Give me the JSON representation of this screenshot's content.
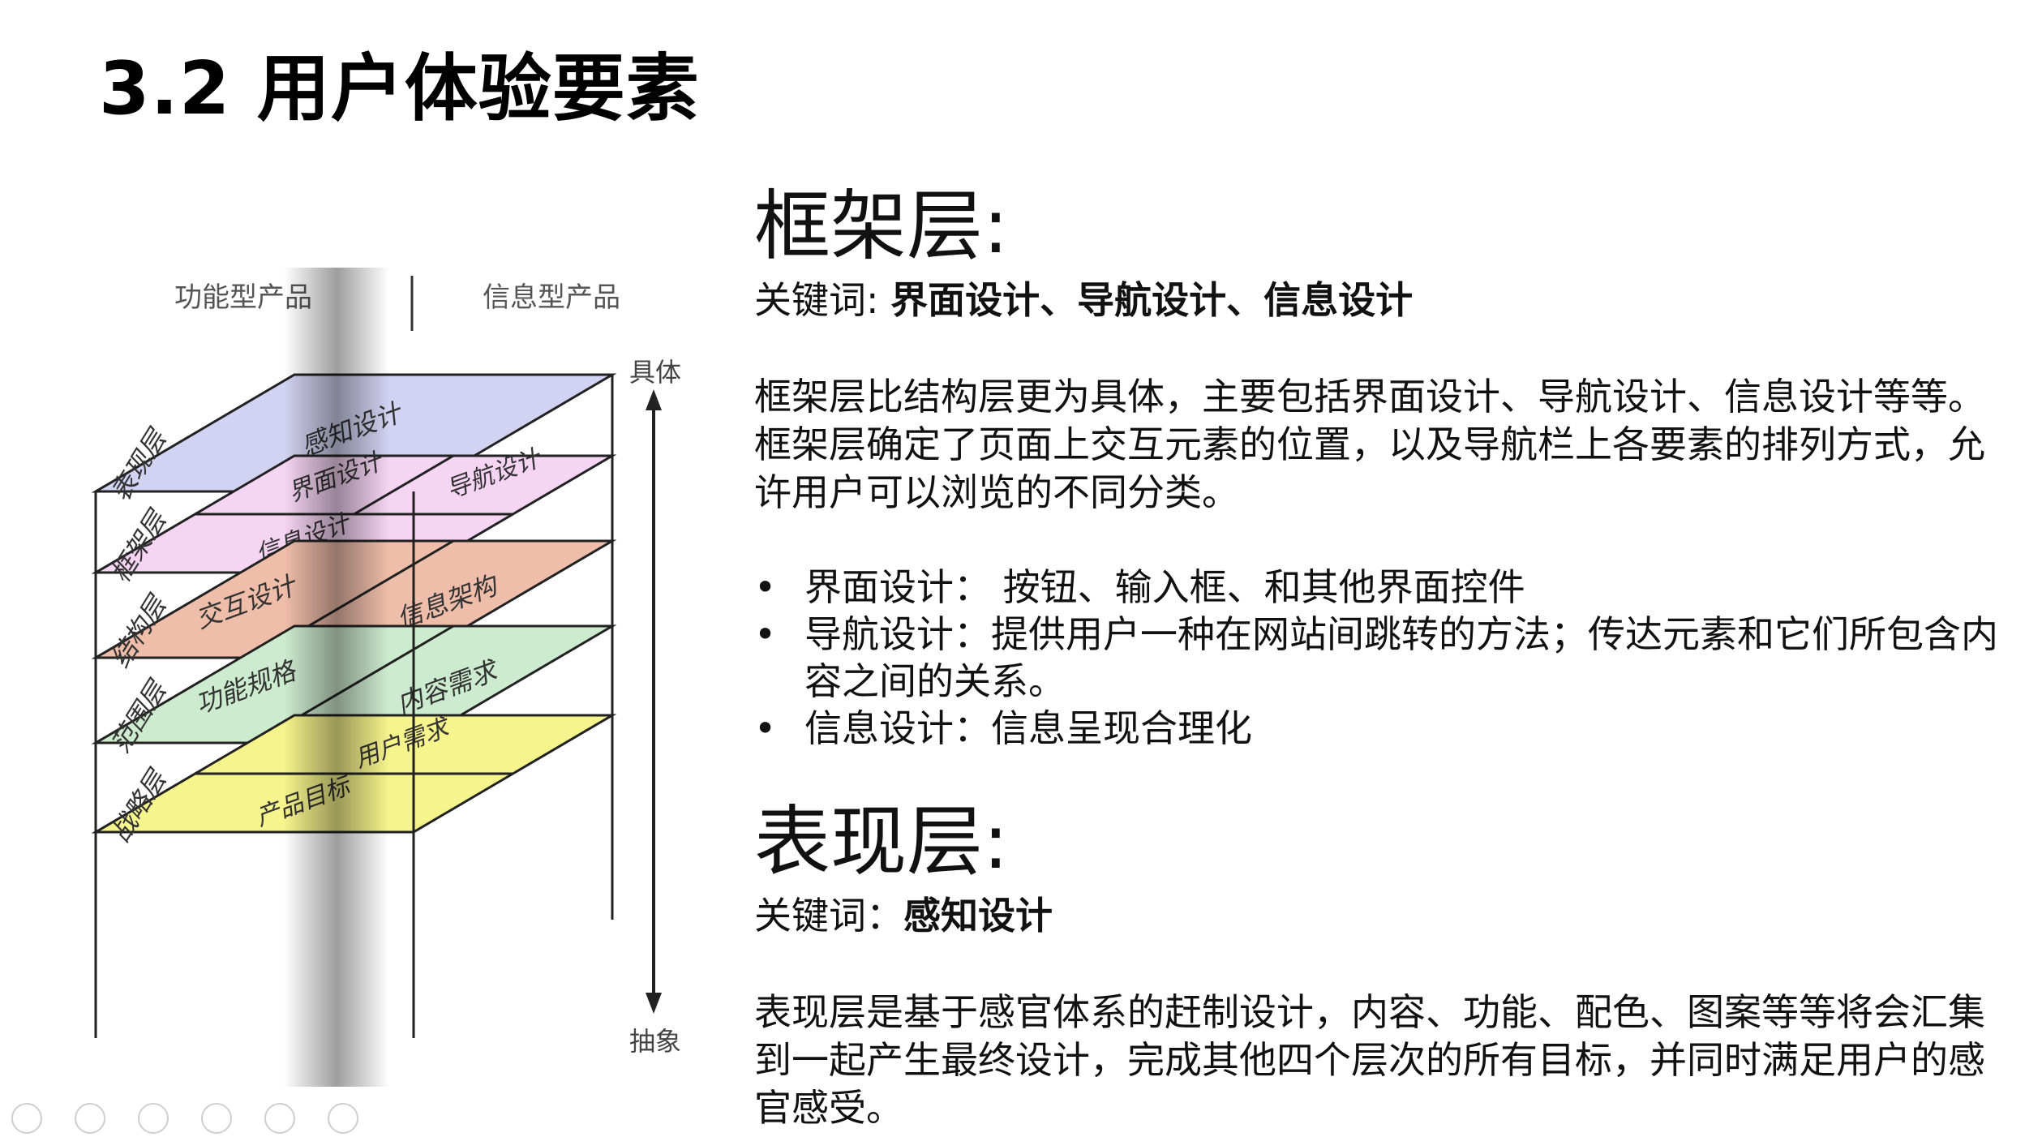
{
  "page": {
    "title": "3.2 用户体验要素"
  },
  "diagram": {
    "col_left": "功能型产品",
    "col_right": "信息型产品",
    "axis_top": "具体",
    "axis_bottom": "抽象",
    "layers": [
      {
        "name": "表现层",
        "color": "#d2d2f2",
        "cells": [
          "感知设计"
        ]
      },
      {
        "name": "框架层",
        "color": "#f6d4f4",
        "cells": [
          "界面设计",
          "导航设计",
          "信息设计"
        ]
      },
      {
        "name": "结构层",
        "color": "#efbeaa",
        "cells": [
          "交互设计",
          "信息架构"
        ]
      },
      {
        "name": "范围层",
        "color": "#cdeccf",
        "cells": [
          "功能规格",
          "内容需求"
        ]
      },
      {
        "name": "战略层",
        "color": "#f6f48c",
        "cells": [
          "用户需求",
          "产品目标"
        ]
      }
    ]
  },
  "framework": {
    "heading": "框架层:",
    "keyword_label": "关键词:",
    "keyword_value": "界面设计、导航设计、信息设计",
    "paragraph": "框架层比结构层更为具体，主要包括界面设计、导航设计、信息设计等等。框架层确定了页面上交互元素的位置，以及导航栏上各要素的排列方式，允许用户可以浏览的不同分类。",
    "bullets": [
      "界面设计：  按钮、输入框、和其他界面控件",
      "导航设计：提供用户一种在网站间跳转的方法；传达元素和它们所包含内容之间的关系。",
      "信息设计：信息呈现合理化"
    ]
  },
  "presentation": {
    "heading": "表现层:",
    "keyword_label": "关键词：",
    "keyword_value": "感知设计",
    "paragraph": "表现层是基于感官体系的赶制设计，内容、功能、配色、图案等等将会汇集到一起产生最终设计，完成其他四个层次的所有目标，并同时满足用户的感官感受。"
  }
}
